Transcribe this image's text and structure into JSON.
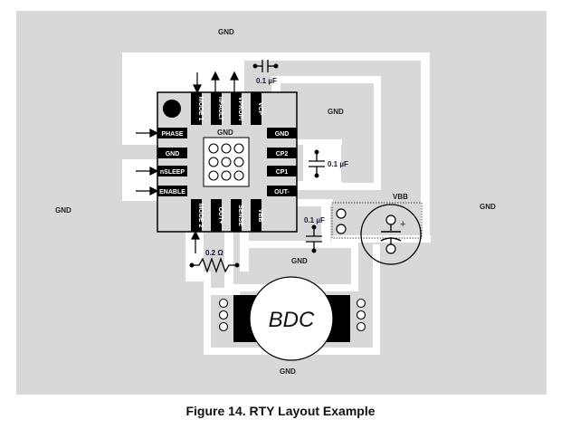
{
  "figure": {
    "caption": "Figure 14.  RTY Layout Example"
  },
  "colors": {
    "ground_plane": "#d8d8d8",
    "trace": "#ffffff",
    "pad": "#000000",
    "chip_body": "#d8d8d8"
  },
  "regions": {
    "gnd_top": "GND",
    "gnd_left": "GND",
    "gnd_right": "GND",
    "gnd_bottom": "GND",
    "gnd_upper_right": "GND",
    "gnd_middle": "GND",
    "gnd_chip": "GND"
  },
  "chip": {
    "top_pins": [
      "MODE 1",
      "nFAULT",
      "VPROPI",
      "VCP"
    ],
    "left_pins": [
      "PHASE",
      "GND",
      "nSLEEP",
      "ENABLE"
    ],
    "right_pins": [
      "GND",
      "CP2",
      "CP1",
      "OUT-"
    ],
    "bottom_pins": [
      "MODE 2",
      "OUT+",
      "SENSE",
      "VBB"
    ]
  },
  "components": {
    "cap_vcp": "0.1 µF",
    "cap_cp": "0.1 µF",
    "cap_vbb": "0.1 µF",
    "resistor": "0.2 Ω",
    "vbb_label": "VBB",
    "bulk_cap_plus": "+",
    "motor": "BDC"
  }
}
